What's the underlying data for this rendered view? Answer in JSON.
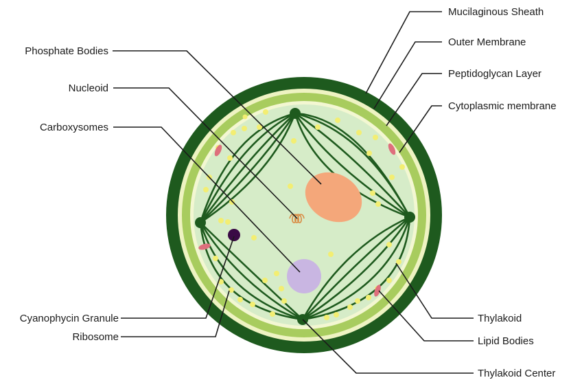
{
  "labels": {
    "mucilaginous_sheath": "Mucilaginous Sheath",
    "outer_membrane": "Outer Membrane",
    "peptidoglycan_layer": "Peptidoglycan Layer",
    "cytoplasmic_membrane": "Cytoplasmic membrane",
    "phosphate_bodies": "Phosphate Bodies",
    "nucleoid": "Nucleoid",
    "carboxysomes": "Carboxysomes",
    "cyanophycin_granule": "Cyanophycin Granule",
    "ribosome": "Ribosome",
    "thylakoid": "Thylakoid",
    "lipid_bodies": "Lipid Bodies",
    "thylakoid_center": "Thylakoid Center"
  },
  "colors": {
    "sheath": "#1e5a1e",
    "outer_membrane": "#eef3c2",
    "peptidoglycan": "#a8cc5e",
    "cytoplasmic_membrane": "#f3f7d2",
    "cytoplasm": "#d6ecc8",
    "thylakoid": "#1e5a1e",
    "ribosome_dot": "#f3ee72",
    "phosphate": "#f4a77a",
    "carboxysome": "#c9b6e2",
    "cyanophycin": "#3a0a45",
    "lipid": "#de6f7c",
    "nucleoid": "#d98a42"
  }
}
